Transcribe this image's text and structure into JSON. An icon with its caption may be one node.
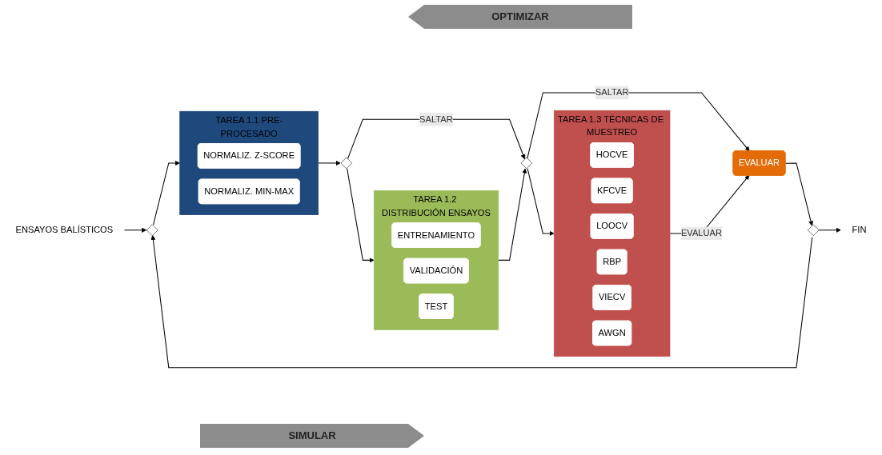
{
  "diagram": {
    "nodes": [
      {
        "text": [
          "ENSAYOS BALÍSTICOS"
        ]
      },
      {
        "text": [],
        "shape": "diamond"
      },
      {
        "text": [
          "TAREA 1.1 PRE-PROCESADO"
        ]
      },
      {
        "text": [
          "NORMALIZ. Z-SCORE"
        ],
        "in": 2
      },
      {
        "text": [
          "NORMALIZ. MIN-MAX"
        ],
        "in": 2
      },
      {
        "text": [],
        "shape": "diamond"
      },
      {
        "text": [
          "TAREA 1.2 DISTRIBUCIÓN ENSAYOS"
        ]
      },
      {
        "text": [
          "ENTRENAMIENTO"
        ],
        "in": 6
      },
      {
        "text": [
          "VALIDACIÓN"
        ],
        "in": 6
      },
      {
        "text": [
          "TEST"
        ],
        "in": 6
      },
      {
        "text": [],
        "shape": "diamond"
      },
      {
        "text": [
          "TAREA 1.3 TÉCNICAS DE MUESTREO"
        ]
      },
      {
        "text": [
          "HOCVE"
        ],
        "in": 11
      },
      {
        "text": [
          "KFCVE"
        ],
        "in": 11
      },
      {
        "text": [
          "LOOCV"
        ],
        "in": 11
      },
      {
        "text": [
          "RBP"
        ],
        "in": 11
      },
      {
        "text": [
          "VIECV"
        ],
        "in": 11
      },
      {
        "text": [
          "AWGN"
        ],
        "in": 11
      },
      {
        "text": [
          "EVALUAR"
        ]
      },
      {
        "text": [],
        "shape": "diamond"
      },
      {
        "text": [
          "FIN"
        ]
      }
    ],
    "edges": [
      {
        "from": 0,
        "to": 1,
        "arrow": "to"
      },
      {
        "from": 1,
        "to": 2,
        "arrow": "to"
      },
      {
        "from": 2,
        "to": 5,
        "arrow": "to"
      },
      {
        "from": 5,
        "to": 6,
        "arrow": "to"
      },
      {
        "from": 6,
        "to": 10,
        "arrow": "to"
      },
      {
        "from": 5,
        "to": 10,
        "arrow": "to",
        "label": "SALTAR"
      },
      {
        "from": 10,
        "to": 11,
        "arrow": "to"
      },
      {
        "from": 11,
        "to": 18,
        "arrow": "to",
        "label": "EVALUAR"
      },
      {
        "from": 10,
        "to": 18,
        "arrow": "to",
        "label": "SALTAR"
      },
      {
        "from": 18,
        "to": 19,
        "arrow": "to"
      },
      {
        "from": 19,
        "to": 20,
        "arrow": "to"
      },
      {
        "from": 19,
        "to": 1,
        "arrow": "to"
      }
    ],
    "labels": [
      "OPTIMIZAR",
      "SIMULAR"
    ]
  }
}
